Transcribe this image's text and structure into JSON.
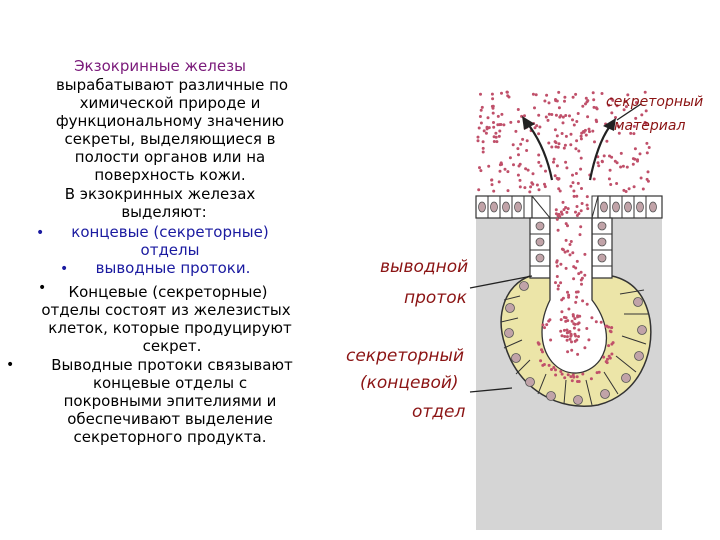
{
  "text": {
    "title": "Экзокринные железы",
    "p1": [
      "вырабатывают различные по",
      "химической природе и",
      "функциональному значению",
      "секреты, выделяющиеся в",
      "полости органов или на",
      "поверхность кожи."
    ],
    "p2": [
      "В экзокринных железах",
      "выделяют:"
    ],
    "b1": [
      "концевые (секреторные)",
      "отделы"
    ],
    "b2": "выводные протоки.",
    "b3": [
      "Концевые (секреторные)",
      "отделы состоят из железистых",
      "клеток, которые продуцируют",
      "секрет."
    ],
    "b4": [
      "Выводные протоки связывают",
      "концевые отделы с",
      "покровными эпителиями и",
      "обеспечивают выделение",
      "секреторного продукта."
    ]
  },
  "labels": {
    "secretory_material": [
      "секреторный",
      "материал"
    ],
    "duct": [
      "выводной",
      "проток"
    ],
    "end_section": [
      "секреторный",
      "(концевой)",
      "отдел"
    ]
  },
  "colors": {
    "title": "#7a1a7a",
    "blue_text": "#1a1aa0",
    "label": "#8b1414",
    "dots": "#c0506a",
    "tissue": "#d5d5d5",
    "secretory_cell": "#ece5a8",
    "nucleus": "#c1a3a8"
  }
}
